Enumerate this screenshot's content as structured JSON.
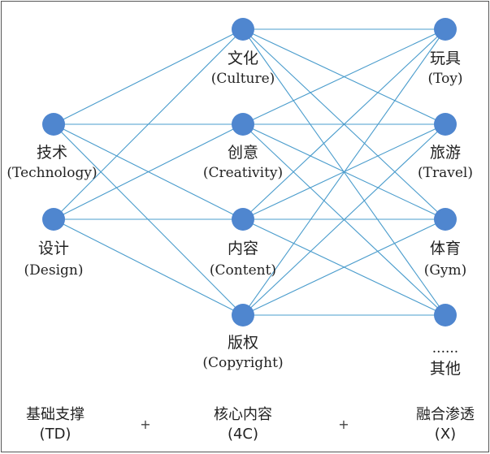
{
  "colors": {
    "node": "#4f86cf",
    "edge": "#4a9ccc",
    "text": "#222222"
  },
  "columns": [
    {
      "id": "td",
      "nodes": [
        {
          "id": "tech",
          "zh": "技术",
          "en": "(Technology)"
        },
        {
          "id": "design",
          "zh": "设计",
          "en": "(Design)"
        }
      ]
    },
    {
      "id": "4c",
      "nodes": [
        {
          "id": "culture",
          "zh": "文化",
          "en": "(Culture)"
        },
        {
          "id": "creativity",
          "zh": "创意",
          "en": "(Creativity)"
        },
        {
          "id": "content",
          "zh": "内容",
          "en": "(Content)"
        },
        {
          "id": "copyright",
          "zh": "版权",
          "en": "(Copyright)"
        }
      ]
    },
    {
      "id": "x",
      "nodes": [
        {
          "id": "toy",
          "zh": "玩具",
          "en": "(Toy)"
        },
        {
          "id": "travel",
          "zh": "旅游",
          "en": "(Travel)"
        },
        {
          "id": "gym",
          "zh": "体育",
          "en": "(Gym)"
        },
        {
          "id": "other",
          "zh": "其他",
          "en": "......"
        }
      ]
    }
  ],
  "footer": {
    "td": {
      "zh": "基础支撑",
      "en": "(TD)"
    },
    "4c": {
      "zh": "核心内容",
      "en": "(4C)"
    },
    "x": {
      "zh": "融合渗透",
      "en": "(X)"
    },
    "plus": "+"
  }
}
